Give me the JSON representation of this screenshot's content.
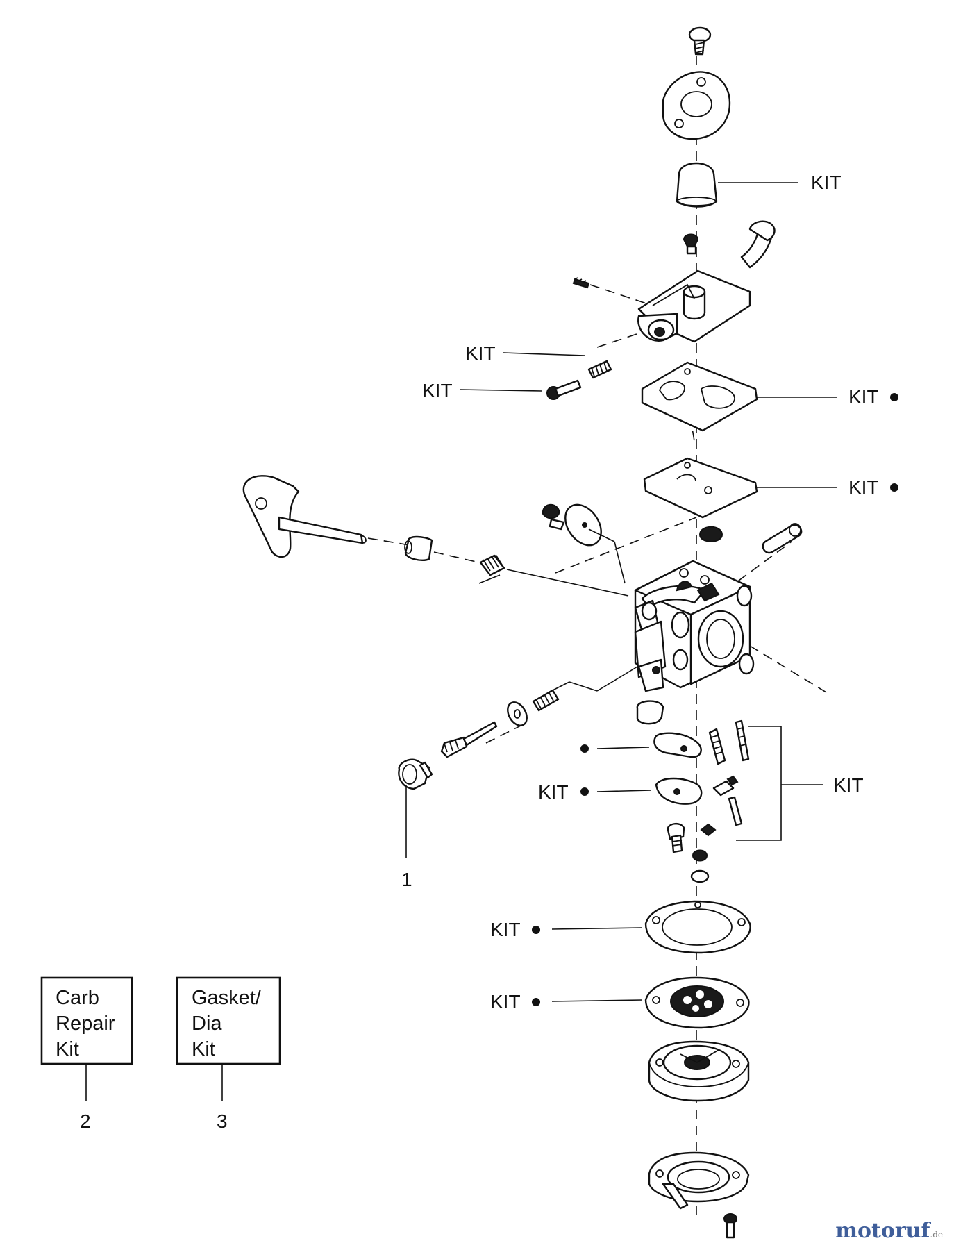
{
  "callouts": {
    "kit_primer_bulb": "KIT",
    "kit_needle_spring": "KIT",
    "kit_needle_screw": "KIT",
    "kit_gasket_upper": "KIT",
    "kit_diaphragm_upper": "KIT",
    "kit_inlet_valve_group": "KIT",
    "kit_metering_lever": "KIT",
    "kit_gasket_lower": "KIT",
    "kit_diaphragm_lower": "KIT",
    "ref_1": "1",
    "ref_2": "2",
    "ref_3": "3"
  },
  "kit_boxes": {
    "carb_repair": {
      "lines": [
        "Carb",
        "Repair",
        "Kit"
      ],
      "ref": "2"
    },
    "gasket_dia": {
      "lines": [
        "Gasket/",
        "Dia",
        "Kit"
      ],
      "ref": "3"
    }
  },
  "watermark": {
    "main": "motoruf",
    "accent": "",
    "tld": ".de"
  }
}
